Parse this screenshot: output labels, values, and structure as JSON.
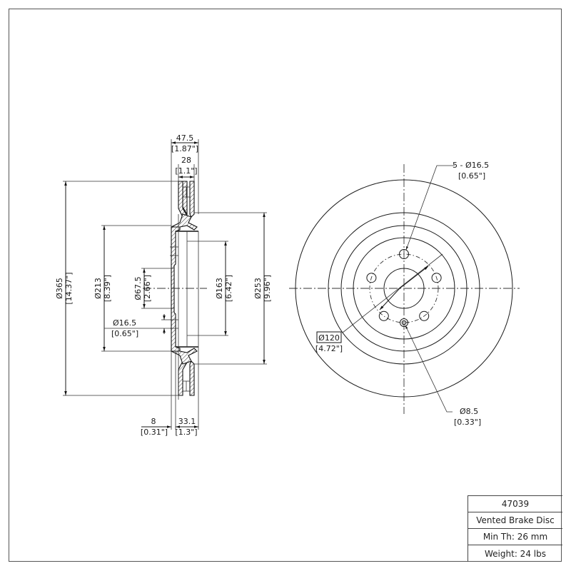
{
  "drawing": {
    "part_number": "47039",
    "description": "Vented Brake Disc",
    "min_thickness": "Min Th: 26 mm",
    "weight": "Weight: 24 lbs"
  },
  "side_view": {
    "overall_width": {
      "mm": "47.5",
      "in": "[1.87\"]"
    },
    "disc_thickness": {
      "mm": "28",
      "in": "[1.1\"]"
    },
    "outer_diameter": {
      "mm": "Ø365",
      "in": "[14.37\"]"
    },
    "hat_diameter": {
      "mm": "Ø213",
      "in": "[8.39\"]"
    },
    "center_bore": {
      "mm": "Ø67.5",
      "in": "[2.66\"]"
    },
    "bolt_hole": {
      "mm": "Ø16.5",
      "in": "[0.65\"]"
    },
    "inner_friction_diameter": {
      "mm": "Ø163",
      "in": "[6.42\"]"
    },
    "friction_ring_inner": {
      "mm": "Ø253",
      "in": "[9.96\"]"
    },
    "hat_thickness": {
      "mm": "8",
      "in": "[0.31\"]"
    },
    "hat_depth": {
      "mm": "33.1",
      "in": "[1.3\"]"
    }
  },
  "front_view": {
    "bolt_holes": {
      "label": "5 - Ø16.5",
      "in": "[0.65\"]",
      "count": 5
    },
    "bolt_circle": {
      "mm": "Ø120",
      "in": "[4.72\"]"
    },
    "locator_hole": {
      "mm": "Ø8.5",
      "in": "[0.33\"]"
    }
  }
}
